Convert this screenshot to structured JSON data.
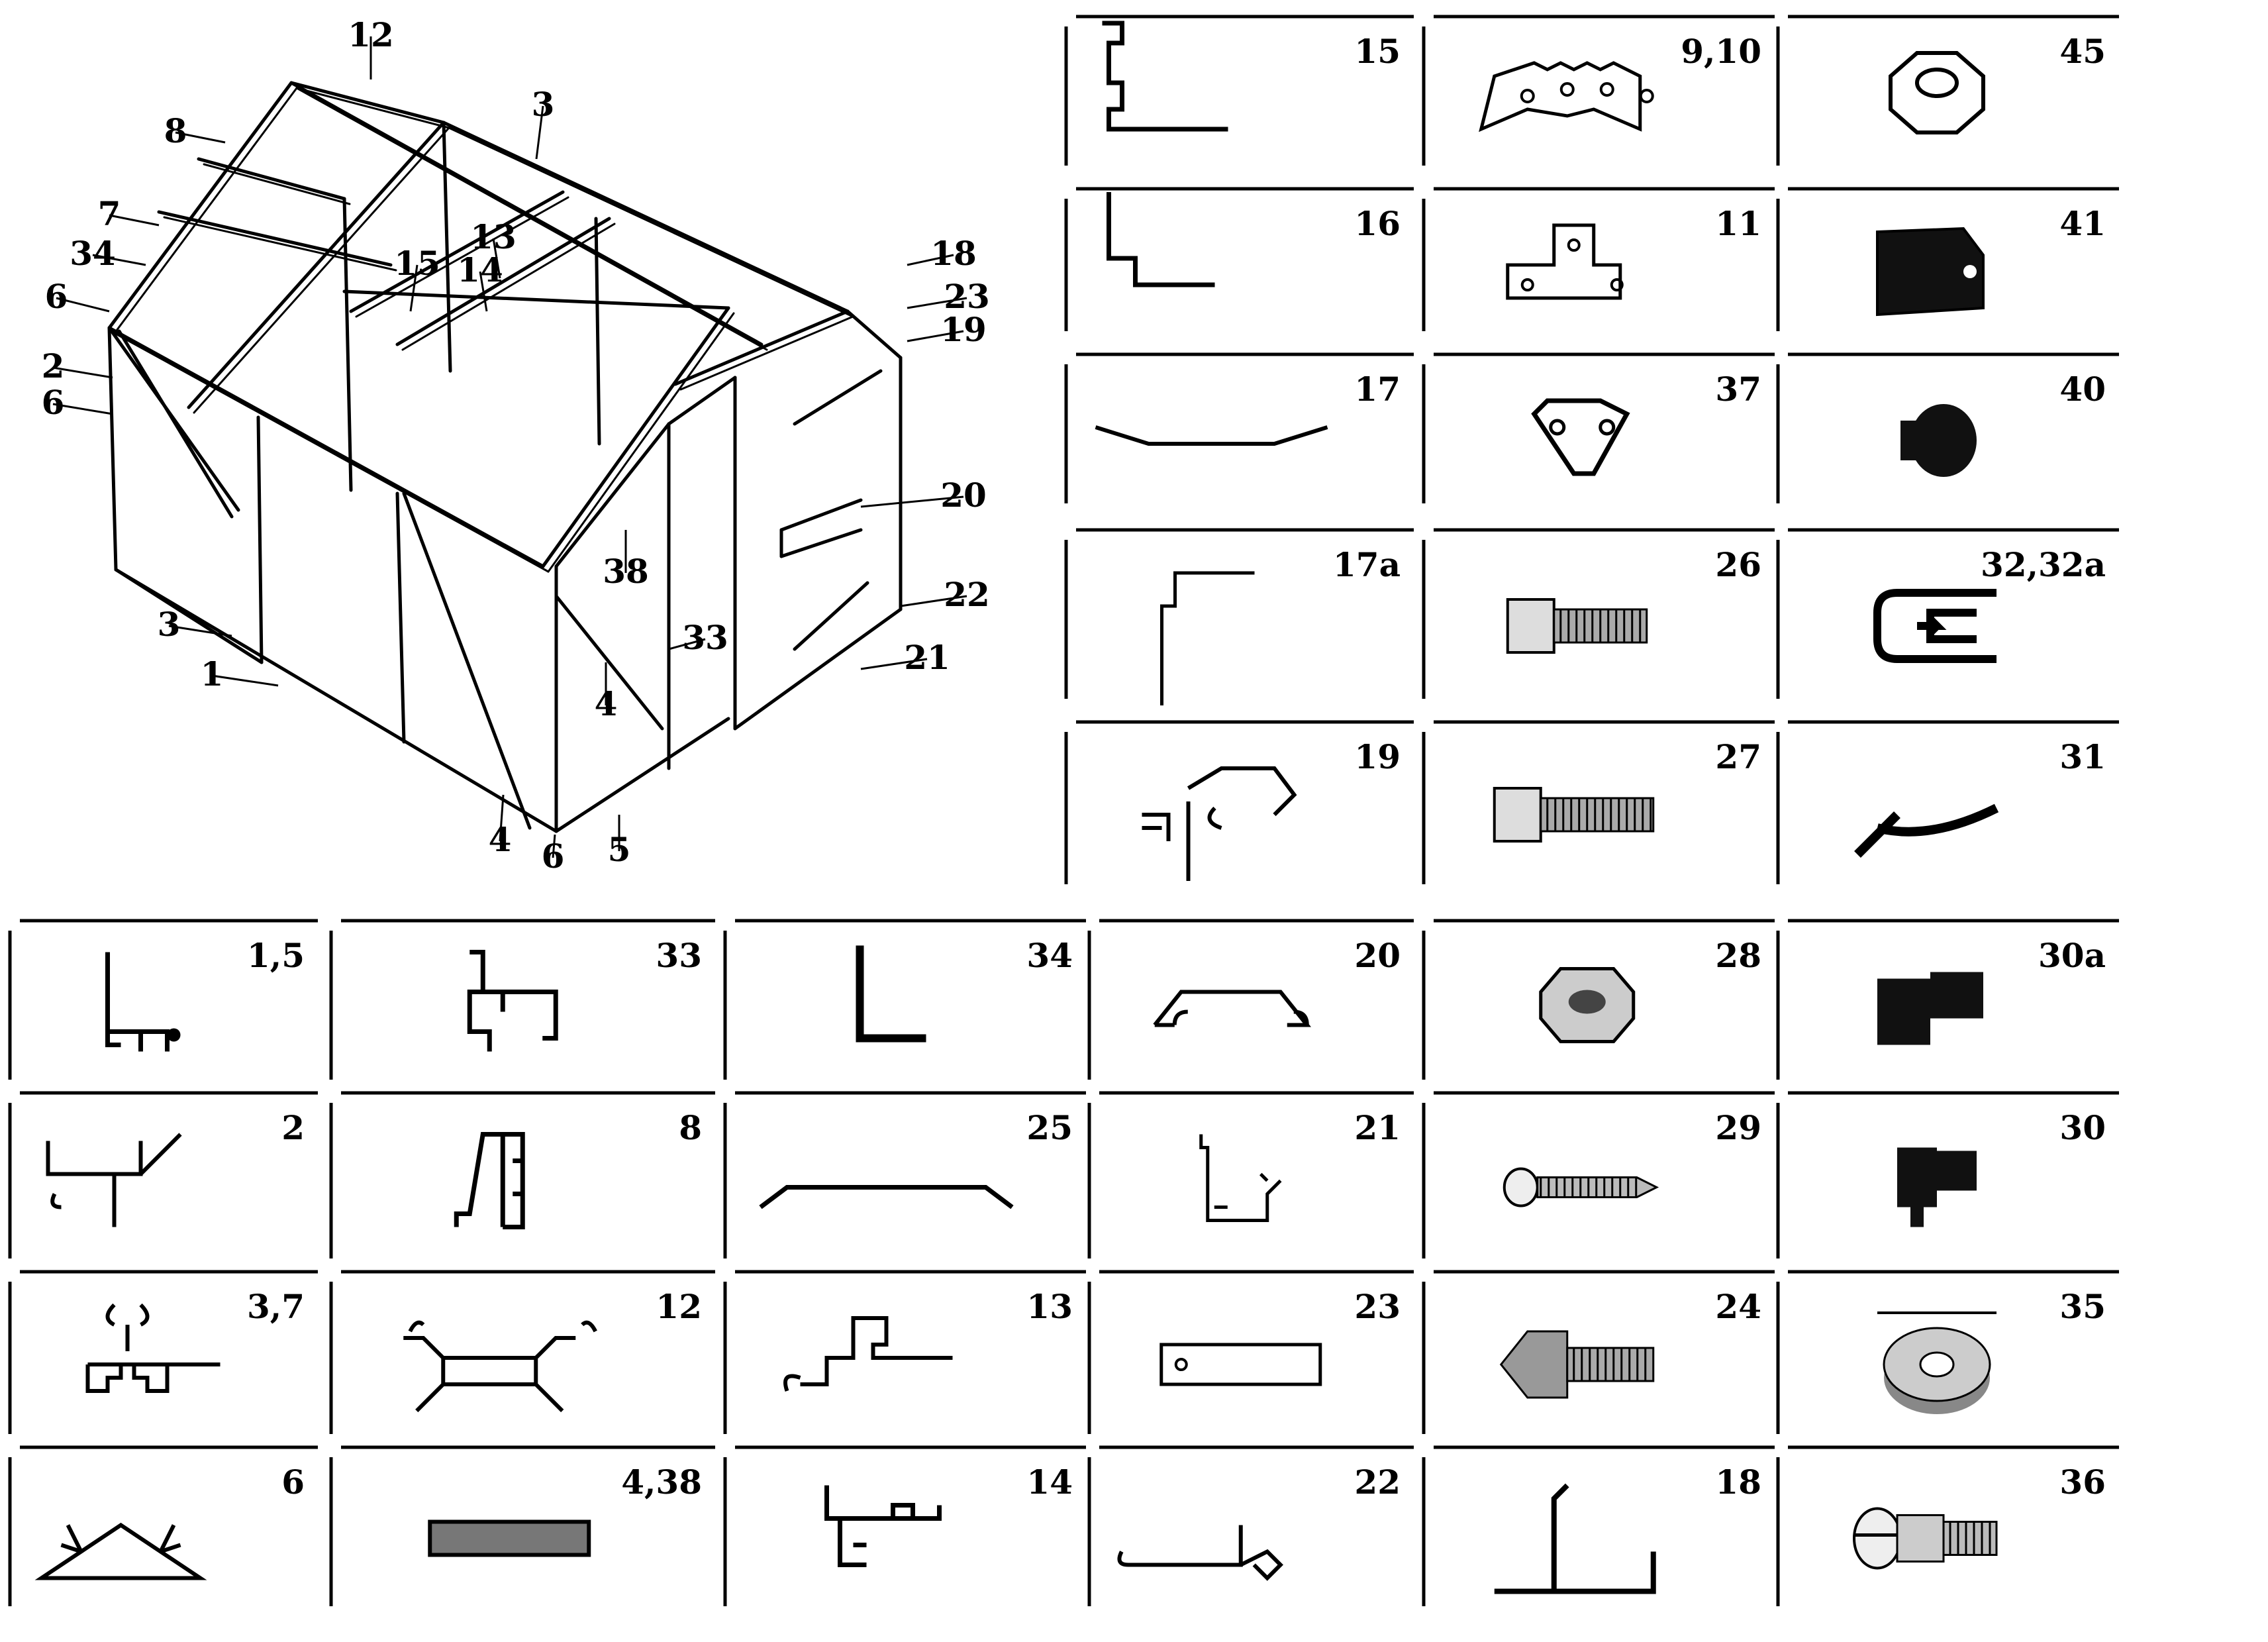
{
  "greenhouse": {
    "callouts": [
      "12",
      "3",
      "8",
      "7",
      "13",
      "34",
      "14",
      "15",
      "18",
      "6",
      "23",
      "19",
      "2",
      "6",
      "20",
      "38",
      "22",
      "3",
      "33",
      "21",
      "1",
      "4",
      "4",
      "6",
      "5"
    ]
  },
  "parts": [
    {
      "code": "15",
      "icon": "profile-15-icon"
    },
    {
      "code": "9,10",
      "icon": "corner-plate-icon"
    },
    {
      "code": "45",
      "icon": "hex-nut-flanged-icon"
    },
    {
      "code": "16",
      "icon": "profile-16-icon"
    },
    {
      "code": "11",
      "icon": "t-plate-icon"
    },
    {
      "code": "41",
      "icon": "window-clip-icon"
    },
    {
      "code": "17",
      "icon": "profile-17-icon"
    },
    {
      "code": "37",
      "icon": "triangle-plate-icon"
    },
    {
      "code": "40",
      "icon": "rubber-plug-icon"
    },
    {
      "code": "17a",
      "icon": "profile-17a-icon"
    },
    {
      "code": "26",
      "icon": "short-bolt-icon"
    },
    {
      "code": "32,32a",
      "icon": "spring-clip-icon"
    },
    {
      "code": "19",
      "icon": "profile-19-icon"
    },
    {
      "code": "27",
      "icon": "long-bolt-icon"
    },
    {
      "code": "31",
      "icon": "hook-clip-icon"
    },
    {
      "code": "1,5",
      "icon": "profile-1-5-icon"
    },
    {
      "code": "33",
      "icon": "profile-33-icon"
    },
    {
      "code": "34",
      "icon": "profile-34-icon"
    },
    {
      "code": "20",
      "icon": "profile-20-icon"
    },
    {
      "code": "28",
      "icon": "hex-nut-icon"
    },
    {
      "code": "30a",
      "icon": "block-30a-icon"
    },
    {
      "code": "2",
      "icon": "profile-2-icon"
    },
    {
      "code": "8",
      "icon": "profile-8-icon"
    },
    {
      "code": "25",
      "icon": "profile-25-icon"
    },
    {
      "code": "21",
      "icon": "profile-21-icon"
    },
    {
      "code": "29",
      "icon": "wood-screw-icon"
    },
    {
      "code": "30",
      "icon": "block-30-icon"
    },
    {
      "code": "3,7",
      "icon": "profile-3-7-icon"
    },
    {
      "code": "12",
      "icon": "profile-12-icon"
    },
    {
      "code": "13",
      "icon": "profile-13-icon"
    },
    {
      "code": "23",
      "icon": "flat-bar-icon"
    },
    {
      "code": "24",
      "icon": "square-head-bolt-icon"
    },
    {
      "code": "35",
      "icon": "washer-icon"
    },
    {
      "code": "6",
      "icon": "profile-6-icon"
    },
    {
      "code": "4,38",
      "icon": "brace-bar-icon"
    },
    {
      "code": "14",
      "icon": "profile-14-icon"
    },
    {
      "code": "22",
      "icon": "profile-22-icon"
    },
    {
      "code": "18",
      "icon": "profile-18-icon"
    },
    {
      "code": "36",
      "icon": "shoulder-bolt-icon"
    }
  ]
}
